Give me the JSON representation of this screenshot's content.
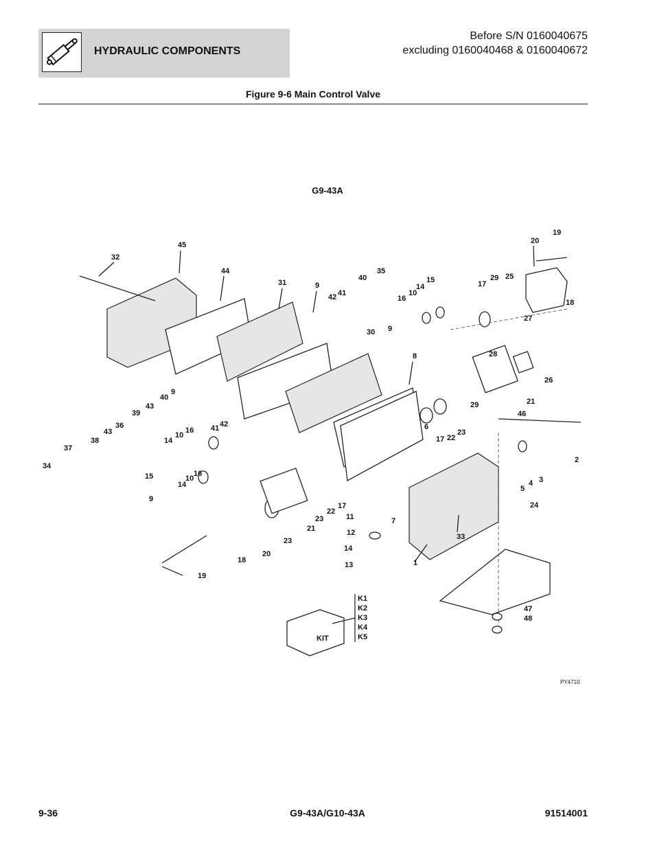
{
  "header": {
    "section_title": "HYDRAULIC COMPONENTS",
    "icon": "hydraulic-cylinder-icon",
    "serial_line1": "Before S/N 0160040675",
    "serial_line2": "excluding 0160040468 & 0160040672"
  },
  "figure": {
    "title": "Figure 9-6 Main Control Valve",
    "model": "G9-43A",
    "drawing_id": "PY4710",
    "kit_label": "KIT",
    "kit_items": [
      "K1",
      "K2",
      "K3",
      "K4",
      "K5"
    ],
    "callouts": [
      "1",
      "2",
      "3",
      "4",
      "5",
      "6",
      "7",
      "8",
      "9",
      "10",
      "11",
      "12",
      "13",
      "14",
      "15",
      "16",
      "17",
      "18",
      "19",
      "20",
      "21",
      "22",
      "23",
      "24",
      "25",
      "26",
      "27",
      "28",
      "29",
      "30",
      "31",
      "32",
      "33",
      "34",
      "35",
      "36",
      "37",
      "38",
      "39",
      "40",
      "41",
      "42",
      "43",
      "44",
      "45",
      "46",
      "47",
      "48"
    ]
  },
  "footer": {
    "page": "9-36",
    "models": "G9-43A/G10-43A",
    "doc_number": "91514001"
  }
}
